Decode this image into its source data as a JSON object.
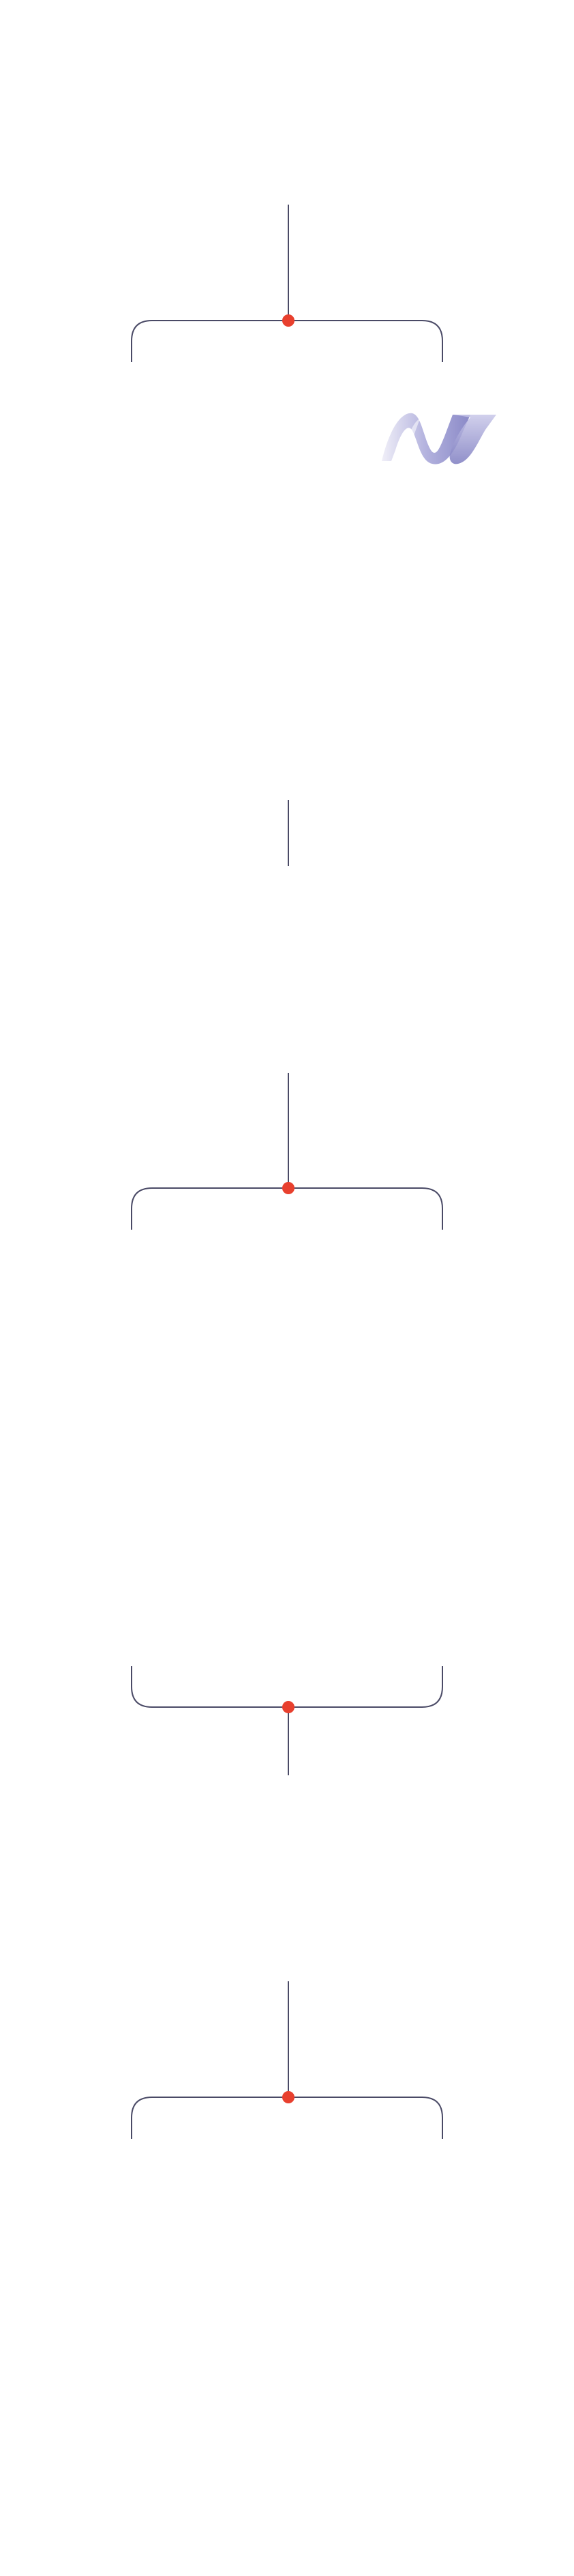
{
  "diagram": {
    "line_color": "#4a4a66",
    "node_color": "#e8402e",
    "logo_colors": [
      "#e4e3f4",
      "#aeaedb",
      "#8888c6"
    ],
    "connectors": [
      {
        "kind": "bracket-down"
      },
      {
        "kind": "line"
      },
      {
        "kind": "bracket-down"
      },
      {
        "kind": "bracket-up"
      },
      {
        "kind": "bracket-down"
      }
    ],
    "logo": {
      "icon": "dotnet-wave-icon"
    }
  }
}
